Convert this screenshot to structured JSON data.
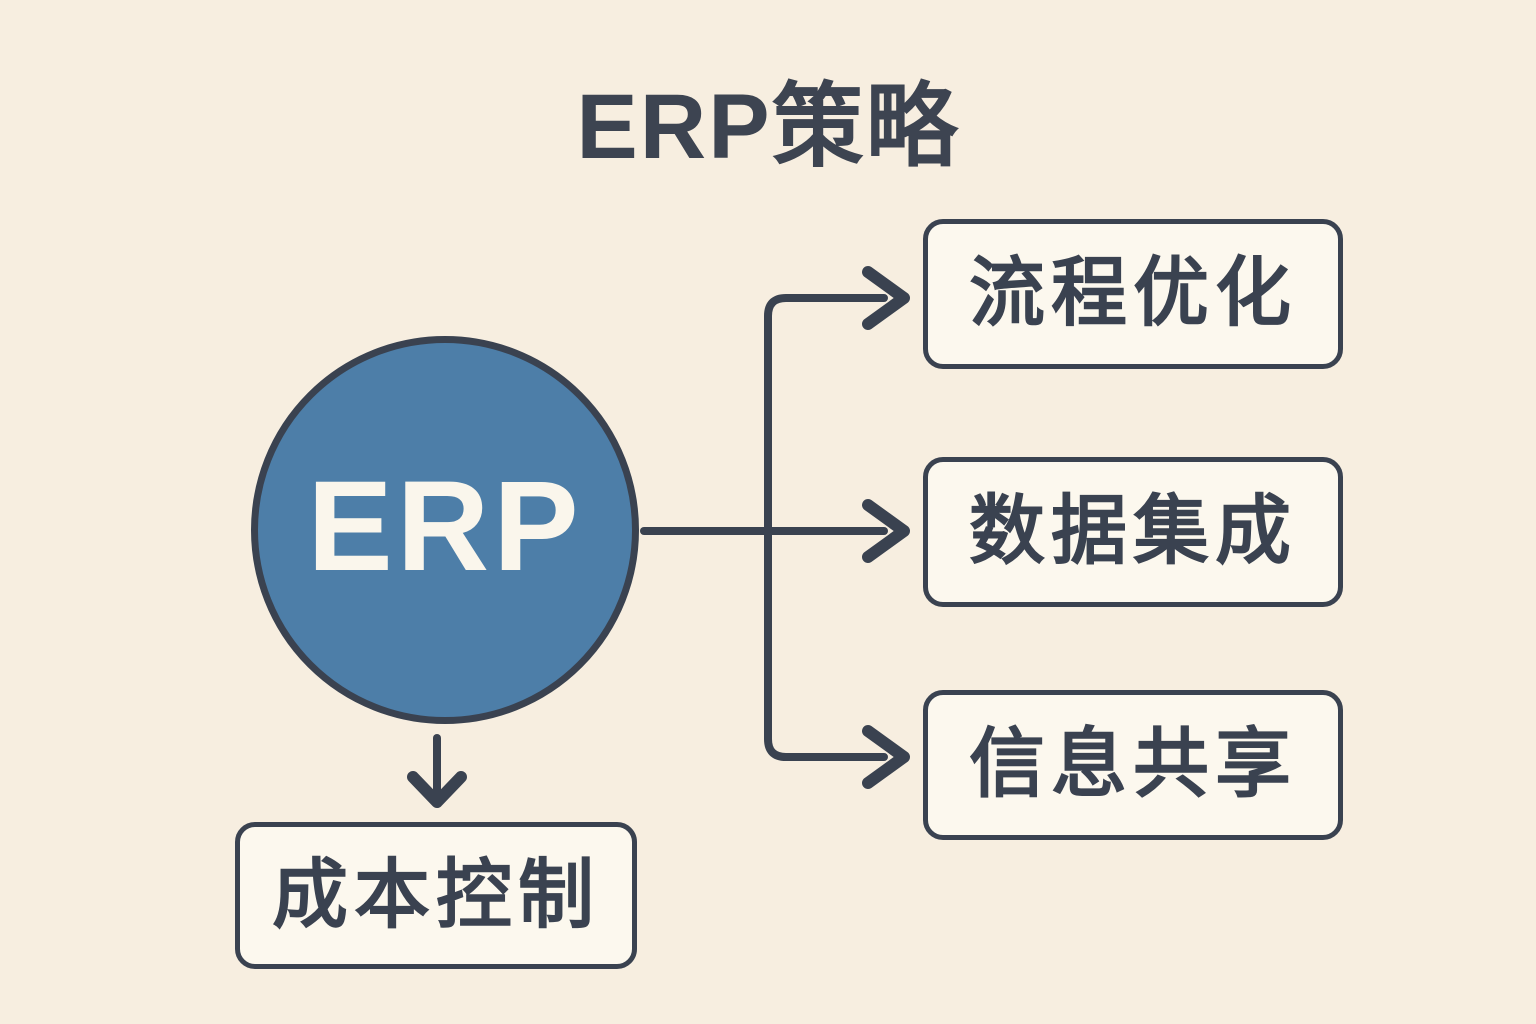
{
  "title": "ERP策略",
  "center_node": {
    "label": "ERP"
  },
  "branch_nodes": [
    {
      "id": "process-optimization",
      "label": "流程优化"
    },
    {
      "id": "data-integration",
      "label": "数据集成"
    },
    {
      "id": "information-sharing",
      "label": "信息共享"
    }
  ],
  "bottom_node": {
    "id": "cost-control",
    "label": "成本控制"
  },
  "colors": {
    "background": "#f7eee0",
    "node_fill": "#fcf8ee",
    "stroke": "#3a4250",
    "title_text": "#3d4451",
    "circle_fill": "#4d7ea8",
    "circle_text": "#faf6ec"
  }
}
